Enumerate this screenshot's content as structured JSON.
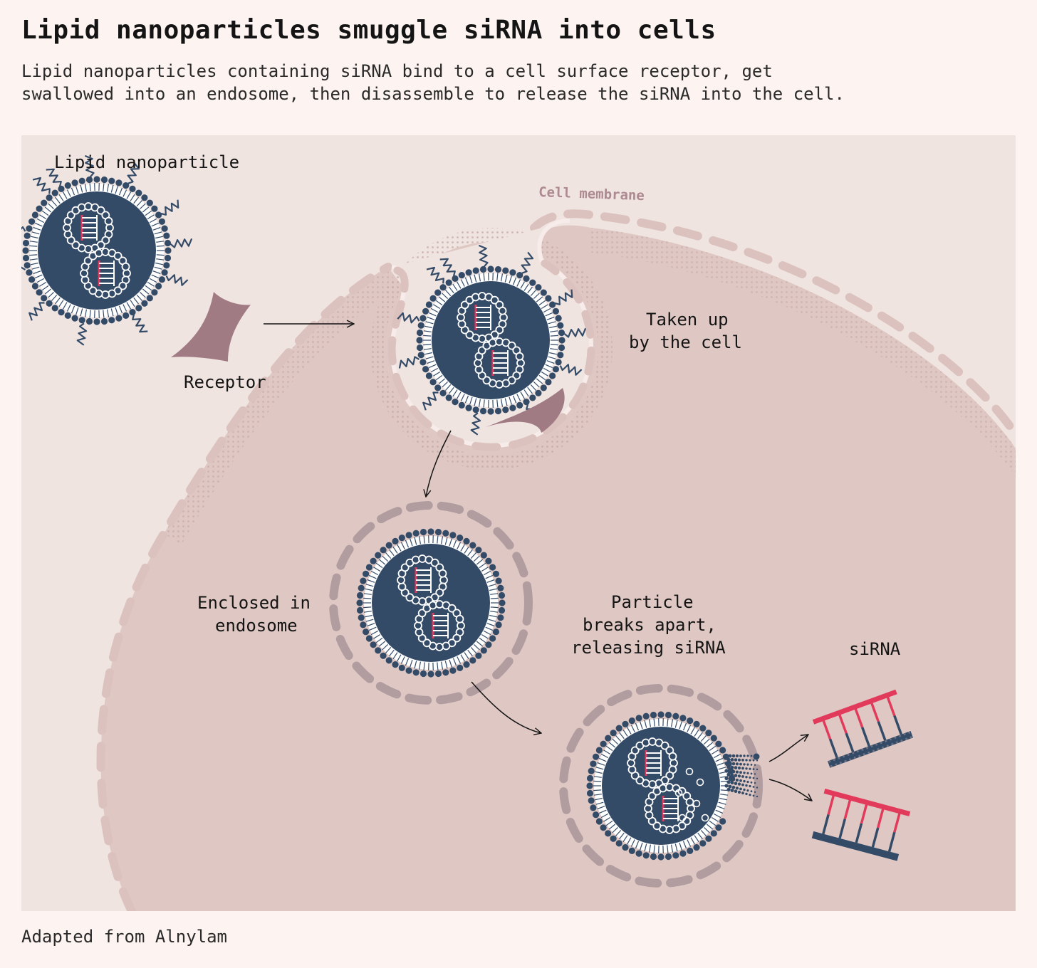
{
  "title": "Lipid nanoparticles smuggle siRNA into cells",
  "subtitle": [
    "Lipid nanoparticles containing siRNA bind to a cell surface receptor, get",
    "swallowed into an endosome, then disassemble to release the siRNA into the cell."
  ],
  "labels": {
    "lipid_nanoparticle": "Lipid nanoparticle",
    "cell_membrane": "Cell membrane",
    "receptor": "Receptor",
    "taken_up": [
      "Taken up",
      "by the cell"
    ],
    "enclosed": [
      "Enclosed in",
      "endosome"
    ],
    "breaks": [
      "Particle",
      "breaks apart,",
      "releasing siRNA"
    ],
    "sirna": "siRNA"
  },
  "source": "Adapted from Alnylam",
  "colors": {
    "background": "#fdf3f0",
    "panel": "#f0e4e0",
    "cell": "#dfc8c3",
    "membrane": "#dbc2be",
    "endosome": "#b19ca0",
    "nanoparticle": "#344b68",
    "rna": "#e23a5b",
    "receptor": "#a17b84"
  }
}
